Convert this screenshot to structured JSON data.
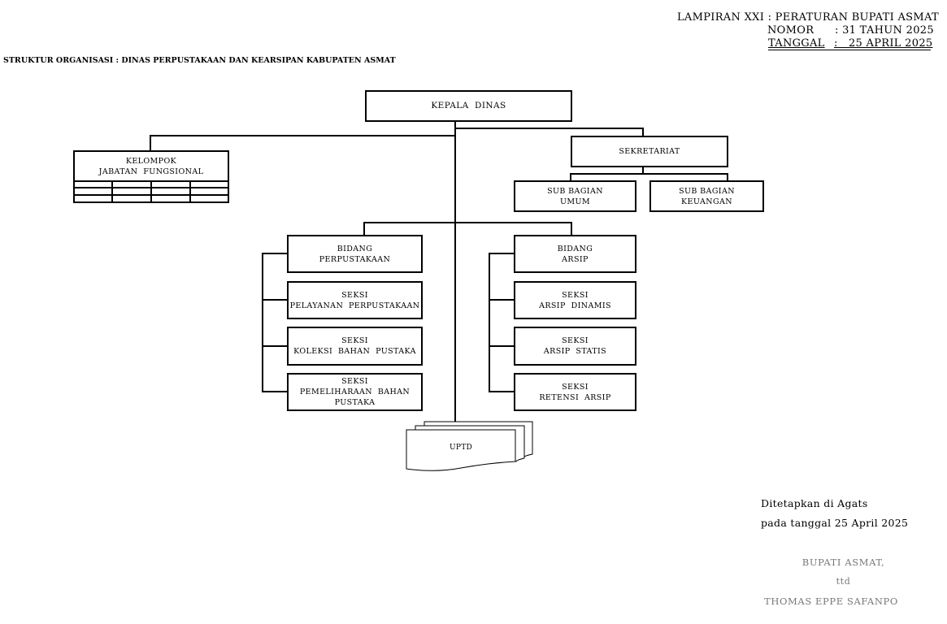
{
  "header": {
    "line1": "LAMPIRAN XXI : PERATURAN BUPATI ASMAT",
    "line2_label": "NOMOR",
    "line2_value": ": 31 TAHUN 2025",
    "line3_label": "TANGGAL",
    "line3_value": ":   25 APRIL 2025"
  },
  "title": "STRUKTUR ORGANISASI : DINAS PERPUSTAKAAN DAN KEARSIPAN KABUPATEN ASMAT",
  "org": {
    "kepala": "KEPALA  DINAS",
    "kelompok": [
      "KELOMPOK",
      "JABATAN  FUNGSIONAL"
    ],
    "sekretariat": "SEKRETARIAT",
    "sub_umum": [
      "SUB BAGIAN",
      "UMUM"
    ],
    "sub_keuangan": [
      "SUB BAGIAN",
      "KEUANGAN"
    ],
    "bidang_perpustakaan": [
      "BIDANG",
      "PERPUSTAKAAN"
    ],
    "seksi_pelayanan": [
      "SEKSI",
      "PELAYANAN  PERPUSTAKAAN"
    ],
    "seksi_koleksi": [
      "SEKSI",
      "KOLEKSI  BAHAN  PUSTAKA"
    ],
    "seksi_pemeliharaan": [
      "SEKSI",
      "PEMELIHARAAN  BAHAN",
      "PUSTAKA"
    ],
    "bidang_arsip": [
      "BIDANG",
      "ARSIP"
    ],
    "seksi_dinamis": [
      "SEKSI",
      "ARSIP  DINAMIS"
    ],
    "seksi_statis": [
      "SEKSI",
      "ARSIP  STATIS"
    ],
    "seksi_retensi": [
      "SEKSI",
      "RETENSI  ARSIP"
    ],
    "uptd": "UPTD"
  },
  "footer": {
    "place": "Ditetapkan di Agats",
    "date": "pada tanggal 25 April 2025",
    "official": "BUPATI ASMAT,",
    "ttd": "ttd",
    "name": "THOMAS EPPE SAFANPO"
  }
}
